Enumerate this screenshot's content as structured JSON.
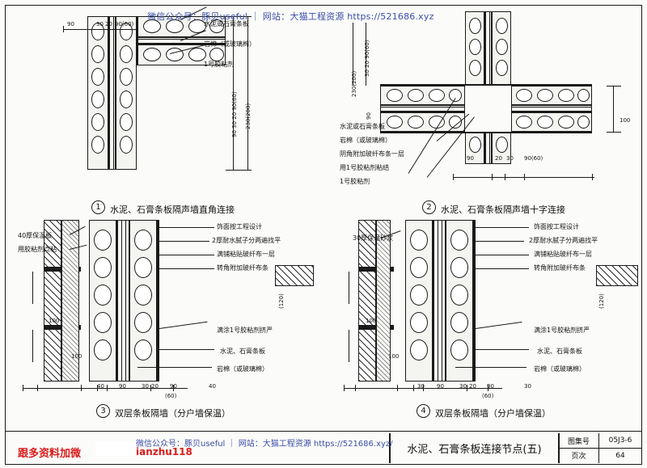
{
  "page": {
    "drawing_title": "水泥、石膏条板连接节点(五)",
    "atlas_label": "图集号",
    "atlas_number": "05J3-6",
    "page_label": "页次",
    "page_number": "64"
  },
  "watermarks": {
    "top": "微信公众号：豚贝useful ｜ 网站：大猫工程资源 https://521686.xyz",
    "bottom": "微信公众号：豚贝useful ｜ 网站：大猫工程资源 https://521686.xyz/",
    "red_left": "跟多资料加微",
    "red_handle": "ianzhu118"
  },
  "details": [
    {
      "number": "1",
      "caption": "水泥、石膏条板隔声墙直角连接",
      "labels": [
        "水泥或石膏条板",
        "岩棉（或玻璃棉）",
        "1号胶粘剂"
      ],
      "dims_top": [
        "90",
        "30",
        "20",
        "90(60)"
      ],
      "dims_right_stack": "90 30 20 90(60)",
      "dims_right_total": "230(200)"
    },
    {
      "number": "2",
      "caption": "水泥、石膏条板隔声墙十字连接",
      "labels": [
        "水泥或石膏条板",
        "岩棉（或玻璃棉）",
        "阴角附加玻纤布条一层",
        "用1号胶粘剂粘结",
        "1号胶粘剂"
      ],
      "dims_top_stack": "30 20 90(60)",
      "dims_top_total": "230(200)",
      "dims_left": "90",
      "dims_bottom": [
        "90",
        "20",
        "30",
        "90(60)"
      ],
      "dims_right": "100"
    },
    {
      "number": "3",
      "caption": "双层条板隔墙（分户墙保温）",
      "labels_left": [
        "40厚保温板",
        "用胶粘剂点粘"
      ],
      "labels_right": [
        "饰面按工程设计",
        "2厚耐水腻子分两遍找平",
        "满铺粘贴玻纤布一层",
        "转角附加玻纤布条",
        "满涂1号胶粘剂挤严",
        "水泥、石膏条板",
        "岩棉（或玻璃棉）"
      ],
      "dims_bottom": [
        "40",
        "90",
        "30",
        "20",
        "90",
        "40"
      ],
      "dims_bottom_alt": "(60)",
      "dims_left_upper": "100",
      "dims_left_lower": "100",
      "dims_right_vert": "(120)"
    },
    {
      "number": "4",
      "caption": "双层条板隔墙（分户墙保温）",
      "labels_left": [
        "30厚保温砂浆"
      ],
      "labels_right": [
        "饰面按工程设计",
        "2厚耐水腻子分两遍找平",
        "满铺粘贴玻纤布一层",
        "转角附加玻纤布条",
        "满涂1号胶粘剂挤严",
        "水泥、石膏条板",
        "岩棉（或玻璃棉）"
      ],
      "dims_bottom": [
        "30",
        "90",
        "30",
        "20",
        "90",
        "30"
      ],
      "dims_bottom_alt": "(60)",
      "dims_left_upper": "100",
      "dims_left_lower": "100",
      "dims_right_vert": "(120)"
    }
  ]
}
